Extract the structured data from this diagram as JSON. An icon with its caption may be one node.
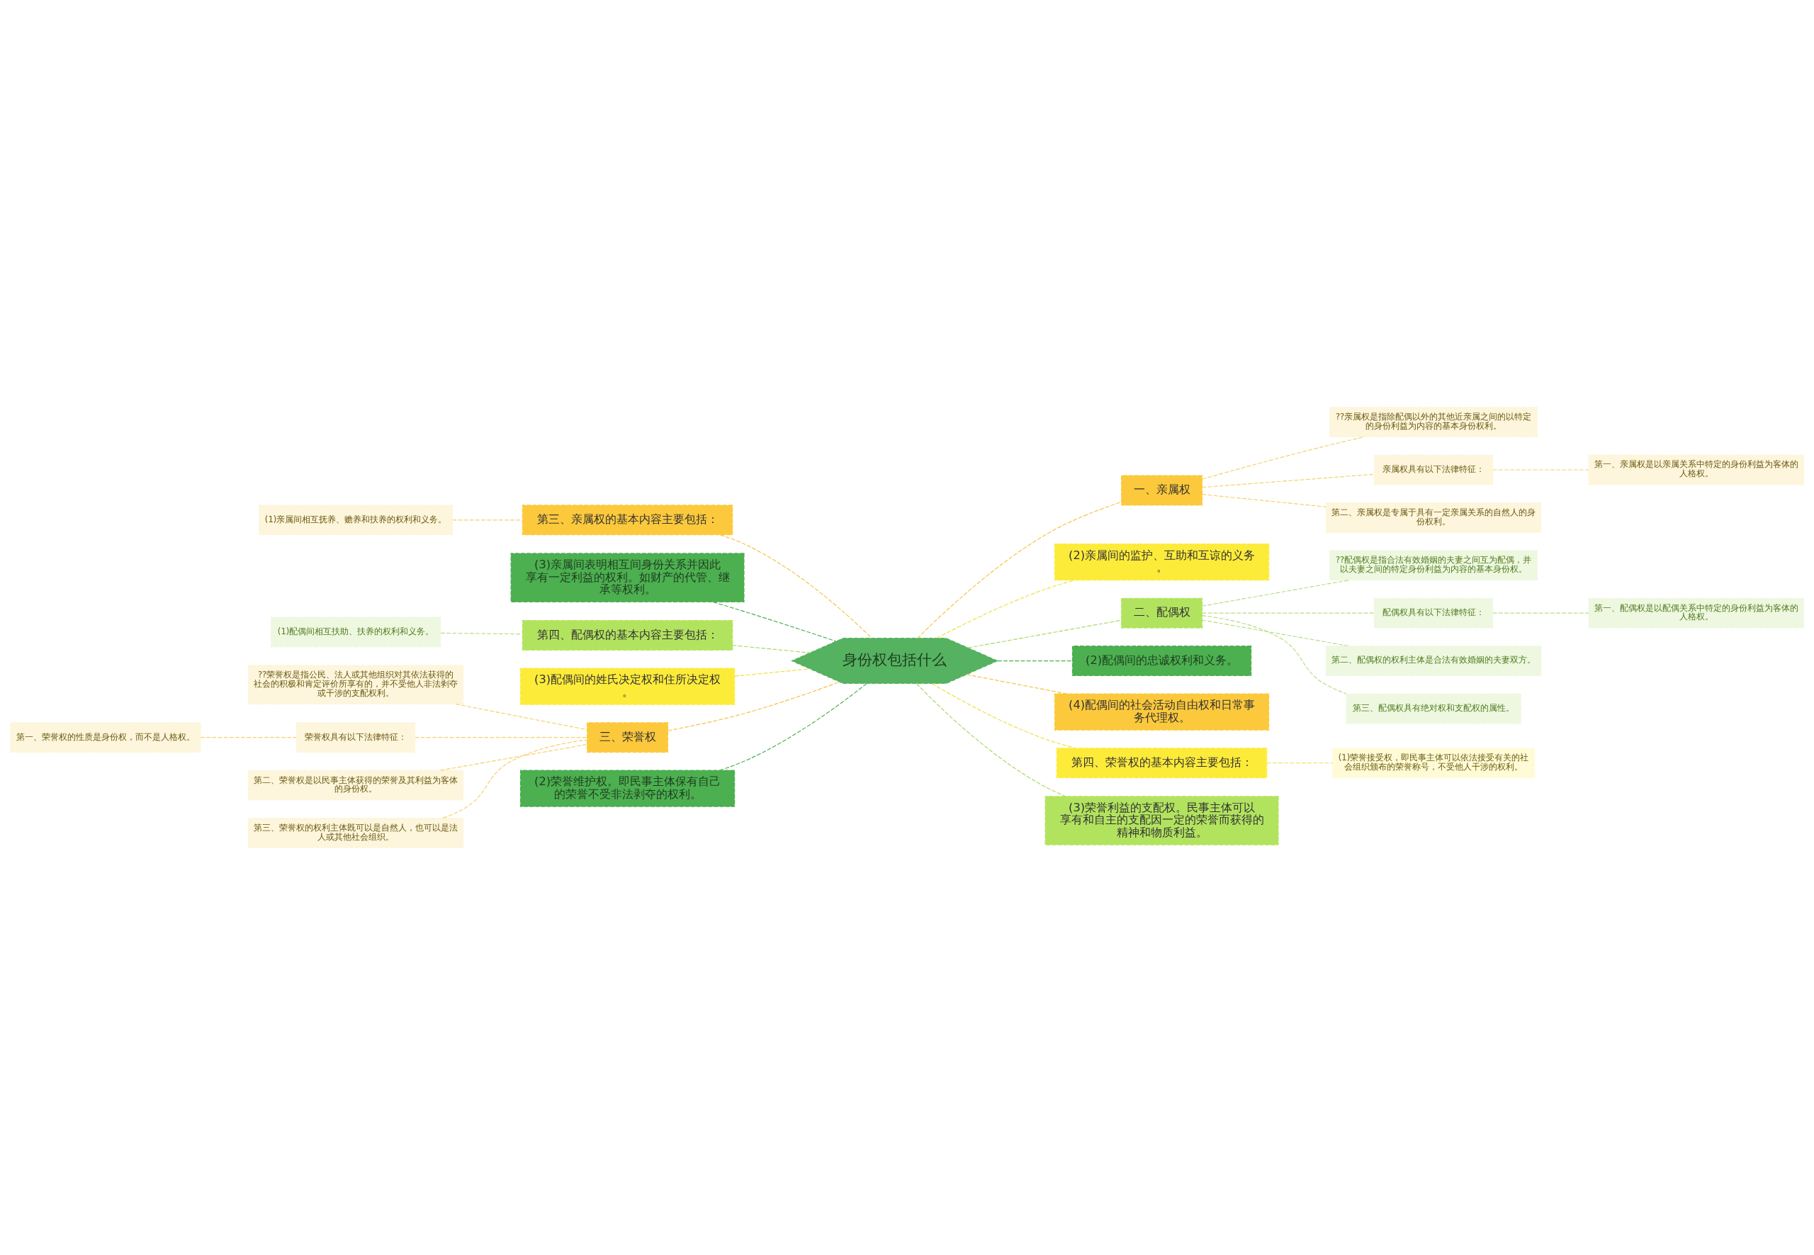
{
  "diagram": {
    "nodes": [
      {
        "text": [
          "身份权包括什么"
        ]
      },
      {
        "text": [
          "一、亲属权"
        ]
      },
      {
        "text": [
          "??亲属权是指除配偶以外的其他近亲属之间的以特定的身份利益为内容的基本身份权利。"
        ]
      },
      {
        "text": [
          "亲属权具有以下法律特征："
        ]
      },
      {
        "text": [
          "第一、亲属权是以亲属关系中特定的身份利益为客体的人格权。"
        ]
      },
      {
        "text": [
          "第二、亲属权是专属于具有一定亲属关系的自然人的身份权利。"
        ]
      },
      {
        "text": [
          "(2)亲属间的监护、互助和互谅的义务。"
        ]
      },
      {
        "text": [
          "二、配偶权"
        ]
      },
      {
        "text": [
          "??配偶权是指合法有效婚姻的夫妻之间互为配偶，并以夫妻之间的特定身份利益为内容的基本身份权。"
        ]
      },
      {
        "text": [
          "配偶权具有以下法律特征："
        ]
      },
      {
        "text": [
          "第一、配偶权是以配偶关系中特定的身份利益为客体的人格权。"
        ]
      },
      {
        "text": [
          "第二、配偶权的权利主体是合法有效婚姻的夫妻双方。"
        ]
      },
      {
        "text": [
          "第三、配偶权具有绝对权和支配权的属性。"
        ]
      },
      {
        "text": [
          "(2)配偶间的忠诚权利和义务。"
        ]
      },
      {
        "text": [
          "(4)配偶间的社会活动自由权和日常事务代理权。"
        ]
      },
      {
        "text": [
          "第四、荣誉权的基本内容主要包括："
        ]
      },
      {
        "text": [
          "(1)荣誉接受权，即民事主体可以依法接受有关的社会组织颁布的荣誉称号，不受他人干涉的权利。"
        ]
      },
      {
        "text": [
          "(3)荣誉利益的支配权。民事主体可以享有和自主的支配因一定的荣誉而获得的精神和物质利益。"
        ]
      },
      {
        "text": [
          "第三、亲属权的基本内容主要包括："
        ]
      },
      {
        "text": [
          "(1)亲属间相互抚养、赡养和扶养的权利和义务。"
        ]
      },
      {
        "text": [
          "(3)亲属间表明相互间身份关系并因此享有一定利益的权利。如财产的代管、继承等权利。"
        ]
      },
      {
        "text": [
          "第四、配偶权的基本内容主要包括："
        ]
      },
      {
        "text": [
          "(1)配偶间相互扶助、扶养的权利和义务。"
        ]
      },
      {
        "text": [
          "(3)配偶间的姓氏决定权和住所决定权。"
        ]
      },
      {
        "text": [
          "三、荣誉权"
        ]
      },
      {
        "text": [
          "??荣誉权是指公民、法人或其他组织对其依法获得的社会的积极和肯定评价所享有的，并不受他人非法剥夺或干涉的支配权利。"
        ]
      },
      {
        "text": [
          "荣誉权具有以下法律特征："
        ]
      },
      {
        "text": [
          "第一、荣誉权的性质是身份权，而不是人格权。"
        ]
      },
      {
        "text": [
          "第二、荣誉权是以民事主体获得的荣誉及其利益为客体的身份权。"
        ]
      },
      {
        "text": [
          "第三、荣誉权的权利主体既可以是自然人，也可以是法人或其他社会组织。"
        ]
      },
      {
        "text": [
          "(2)荣誉维护权。即民事主体保有自己的荣誉不受非法剥夺的权利。"
        ]
      }
    ],
    "edges": [
      {
        "from": 0,
        "to": 1,
        "arrow": "none",
        "style": "dashed",
        "color": "#f5c242"
      },
      {
        "from": 1,
        "to": 2,
        "arrow": "none",
        "style": "dashed",
        "color": "#f5cf6a"
      },
      {
        "from": 1,
        "to": 3,
        "arrow": "none",
        "style": "dashed",
        "color": "#f5cf6a"
      },
      {
        "from": 3,
        "to": 4,
        "arrow": "none",
        "style": "dashed",
        "color": "#f5cf6a"
      },
      {
        "from": 1,
        "to": 5,
        "arrow": "none",
        "style": "dashed",
        "color": "#f5cf6a"
      },
      {
        "from": 0,
        "to": 6,
        "arrow": "none",
        "style": "dashed",
        "color": "#efdf3a"
      },
      {
        "from": 0,
        "to": 7,
        "arrow": "none",
        "style": "dashed",
        "color": "#a8d860"
      },
      {
        "from": 7,
        "to": 8,
        "arrow": "none",
        "style": "dashed",
        "color": "#b5dd80"
      },
      {
        "from": 7,
        "to": 9,
        "arrow": "none",
        "style": "dashed",
        "color": "#b5dd80"
      },
      {
        "from": 9,
        "to": 10,
        "arrow": "none",
        "style": "dashed",
        "color": "#b5dd80"
      },
      {
        "from": 7,
        "to": 11,
        "arrow": "none",
        "style": "dashed",
        "color": "#b5dd80"
      },
      {
        "from": 7,
        "to": 12,
        "arrow": "none",
        "style": "dashed",
        "color": "#b5dd80"
      },
      {
        "from": 0,
        "to": 13,
        "arrow": "none",
        "style": "dashed",
        "color": "#4caf50"
      },
      {
        "from": 0,
        "to": 14,
        "arrow": "none",
        "style": "dashed",
        "color": "#f5c242"
      },
      {
        "from": 0,
        "to": 15,
        "arrow": "none",
        "style": "dashed",
        "color": "#efdf3a"
      },
      {
        "from": 15,
        "to": 16,
        "arrow": "none",
        "style": "dashed",
        "color": "#f2e36a"
      },
      {
        "from": 0,
        "to": 17,
        "arrow": "none",
        "style": "dashed",
        "color": "#a8d860"
      },
      {
        "from": 0,
        "to": 18,
        "arrow": "none",
        "style": "dashed",
        "color": "#f5c242"
      },
      {
        "from": 18,
        "to": 19,
        "arrow": "none",
        "style": "dashed",
        "color": "#f5cf6a"
      },
      {
        "from": 0,
        "to": 20,
        "arrow": "none",
        "style": "dashed",
        "color": "#4caf50"
      },
      {
        "from": 0,
        "to": 21,
        "arrow": "none",
        "style": "dashed",
        "color": "#a8d860"
      },
      {
        "from": 21,
        "to": 22,
        "arrow": "none",
        "style": "dashed",
        "color": "#b5dd80"
      },
      {
        "from": 0,
        "to": 23,
        "arrow": "none",
        "style": "dashed",
        "color": "#efdf3a"
      },
      {
        "from": 0,
        "to": 24,
        "arrow": "none",
        "style": "dashed",
        "color": "#f5c242"
      },
      {
        "from": 24,
        "to": 25,
        "arrow": "none",
        "style": "dashed",
        "color": "#f5cf6a"
      },
      {
        "from": 24,
        "to": 26,
        "arrow": "none",
        "style": "dashed",
        "color": "#f5cf6a"
      },
      {
        "from": 26,
        "to": 27,
        "arrow": "none",
        "style": "dashed",
        "color": "#f5cf6a"
      },
      {
        "from": 24,
        "to": 28,
        "arrow": "none",
        "style": "dashed",
        "color": "#f5cf6a"
      },
      {
        "from": 24,
        "to": 29,
        "arrow": "none",
        "style": "dashed",
        "color": "#f5cf6a"
      },
      {
        "from": 0,
        "to": 30,
        "arrow": "none",
        "style": "dashed",
        "color": "#4caf50"
      }
    ]
  }
}
